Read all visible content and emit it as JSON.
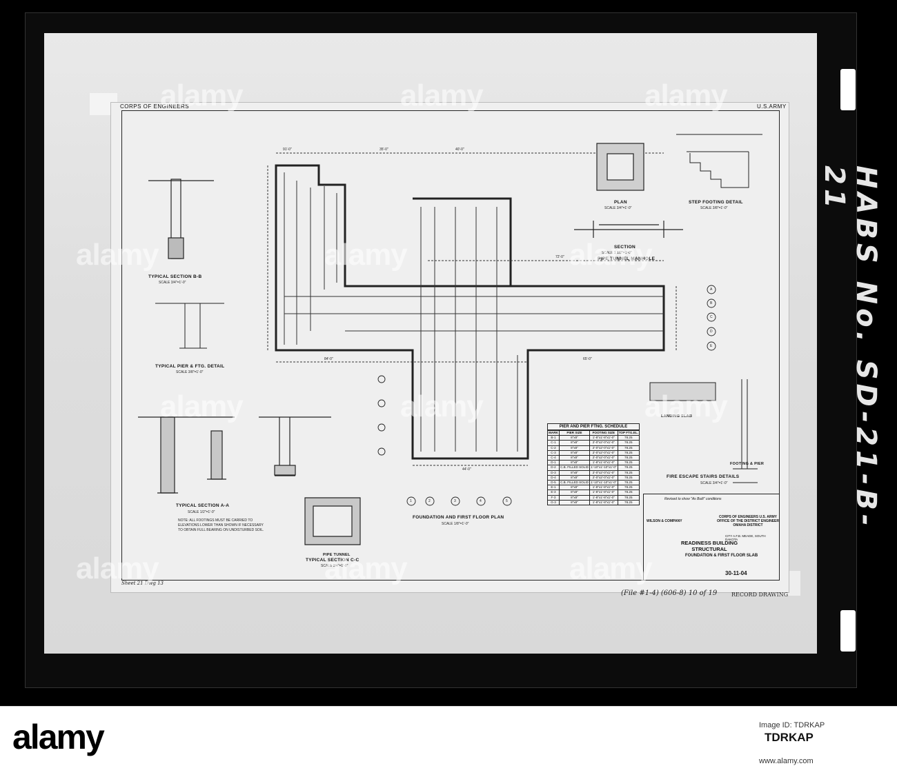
{
  "header": {
    "left": "CORPS OF ENGINEERS",
    "right": "U.S.ARMY"
  },
  "habs_id": "HABS No. SD-21-B-21",
  "watermark": "alamy",
  "drawing_titles": {
    "typical_section_bb": "TYPICAL SECTION B-B",
    "typical_pier_ftg": "TYPICAL PIER & FTG. DETAIL",
    "typical_section_aa": "TYPICAL SECTION A-A",
    "pipe_tunnel": "PIPE TUNNEL",
    "typical_section_cc": "TYPICAL SECTION C-C",
    "foundation_plan": "FOUNDATION AND FIRST FLOOR PLAN",
    "plan": "PLAN",
    "section": "SECTION",
    "pipe_tunnel_manhole": "PIPE TUNNEL MANHOLE",
    "step_footing": "STEP FOOTING DETAIL",
    "landing_slab": "LANDING SLAB",
    "footing_pier": "FOOTING & PIER",
    "fire_escape": "FIRE ESCAPE STAIRS DETAILS"
  },
  "scales": {
    "bb": "SCALE 3/4\"=1'-0\"",
    "pier": "SCALE 3/8\"=1'-0\"",
    "aa": "SCALE 1/2\"=1'-0\"",
    "cc": "SCALE 3/4\"=1'-0\"",
    "plan": "SCALE 1/8\"=1'-0\"",
    "manhole_plan": "SCALE 3/4\"=1'-0\"",
    "manhole_section": "SCALE 1 1/2\"=1'-0\"",
    "step": "SCALE 3/8\"=1'-0\"",
    "fire": "SCALE 3/4\"=1'-0\""
  },
  "note": "NOTE: ALL FOOTINGS MUST BE CARRIED TO ELEVATIONS LOWER THAN SHOWN IF NECESSARY TO OBTAIN FULL BEARING ON UNDISTURBED SOIL.",
  "grid_cols": [
    "1",
    "2",
    "3",
    "4",
    "5"
  ],
  "grid_rows": [
    "A",
    "B",
    "C",
    "D",
    "E"
  ],
  "schedule": {
    "title": "PIER AND PIER FTNG. SCHEDULE",
    "headers": [
      "MARK",
      "PIER SIZE",
      "FOOTING SIZE",
      "TOP FTG.EL."
    ],
    "rows": [
      [
        "B-1",
        "8\"x8\"",
        "1'-8\"x1'-8\"x1'-0\"",
        "78.25"
      ],
      [
        "C-1",
        "8\"x8\"",
        "2'-0\"x2'-0\"x1'-0\"",
        "78.25"
      ],
      [
        "C-2",
        "8\"x8\"",
        "2'-0\"x2'-0\"x1'-0\"",
        "78.25"
      ],
      [
        "C-3",
        "8\"x8\"",
        "2'-0\"x2'-0\"x1'-0\"",
        "78.25"
      ],
      [
        "C-4",
        "8\"x8\"",
        "2'-0\"x2'-0\"x1'-0\"",
        "78.25"
      ],
      [
        "D-1",
        "8\"x8\"",
        "1'-8\"x1'-8\"x1'-0\"",
        "78.25"
      ],
      [
        "D-2",
        "C.B. FILLED SOLID",
        "1'-10\"x1'-10\"x1'-0\"",
        "78.25"
      ],
      [
        "D-3",
        "8\"x8\"",
        "2'-0\"x2'-0\"x1'-0\"",
        "78.25"
      ],
      [
        "D-4",
        "8\"x8\"",
        "2'-0\"x2'-0\"x1'-0\"",
        "78.25"
      ],
      [
        "D-5",
        "C.B. FILLED SOLID",
        "1'-10\"x1'-10\"x1'-0\"",
        "78.25"
      ],
      [
        "E-1",
        "8\"x8\"",
        "1'-8\"x1'-8\"x1'-0\"",
        "78.25"
      ],
      [
        "E-3",
        "8\"x8\"",
        "1'-8\"x1'-8\"x1'-0\"",
        "78.25"
      ],
      [
        "F-3",
        "8\"x8\"",
        "1'-8\"x1'-8\"x1'-0\"",
        "78.25"
      ],
      [
        "G-3",
        "8\"x8\"",
        "1'-8\"x1'-8\"x1'-0\"",
        "78.25"
      ]
    ]
  },
  "titleblock": {
    "wilson": "WILSON & COMPANY",
    "corps": "CORPS OF ENGINEERS U.S. ARMY OFFICE OF THE DISTRICT ENGINEER OMAHA DISTRICT",
    "city": "CITY  A.F.B.   MEADE, SOUTH DAKOTA",
    "title": "READINESS BUILDING STRUCTURAL",
    "subtitle": "FOUNDATION & FIRST FLOOR SLAB",
    "drawing_no": "30-11-04",
    "revised": "Revised to show \"As Built\" conditions"
  },
  "handwriting": {
    "sheet": "Sheet 21  Dwg 13",
    "file": "(File #1-4) (606-8)  10 of 19",
    "record": "RECORD DRAWING"
  },
  "dims": {
    "d1": "91'-0\"",
    "d2": "35'-0\"",
    "d3": "40'-0\"",
    "d4": "84'-0\"",
    "d5": "65'-0\"",
    "d6": "44'-0\"",
    "d7": "72'-0\""
  },
  "footer": {
    "logo": "alamy",
    "idline": "Image ID: TDRKAP",
    "id": "TDRKAP",
    "url": "www.alamy.com"
  }
}
